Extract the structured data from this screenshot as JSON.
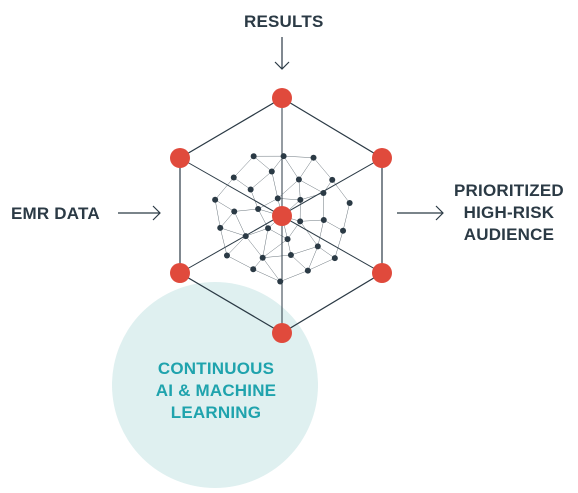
{
  "labels": {
    "results": "RESULTS",
    "emr": "EMR DATA",
    "prioritized": [
      "PRIORITIZED",
      "HIGH-RISK",
      "AUDIENCE"
    ],
    "learning": [
      "CONTINUOUS",
      "AI & MACHINE",
      "LEARNING"
    ]
  },
  "colors": {
    "text": "#2b3a45",
    "accent_text": "#1fa3ad",
    "circle_fill": "#dff0f0",
    "node_red": "#e04a3c",
    "node_dark": "#2b3a45",
    "line": "#2b3a45"
  }
}
